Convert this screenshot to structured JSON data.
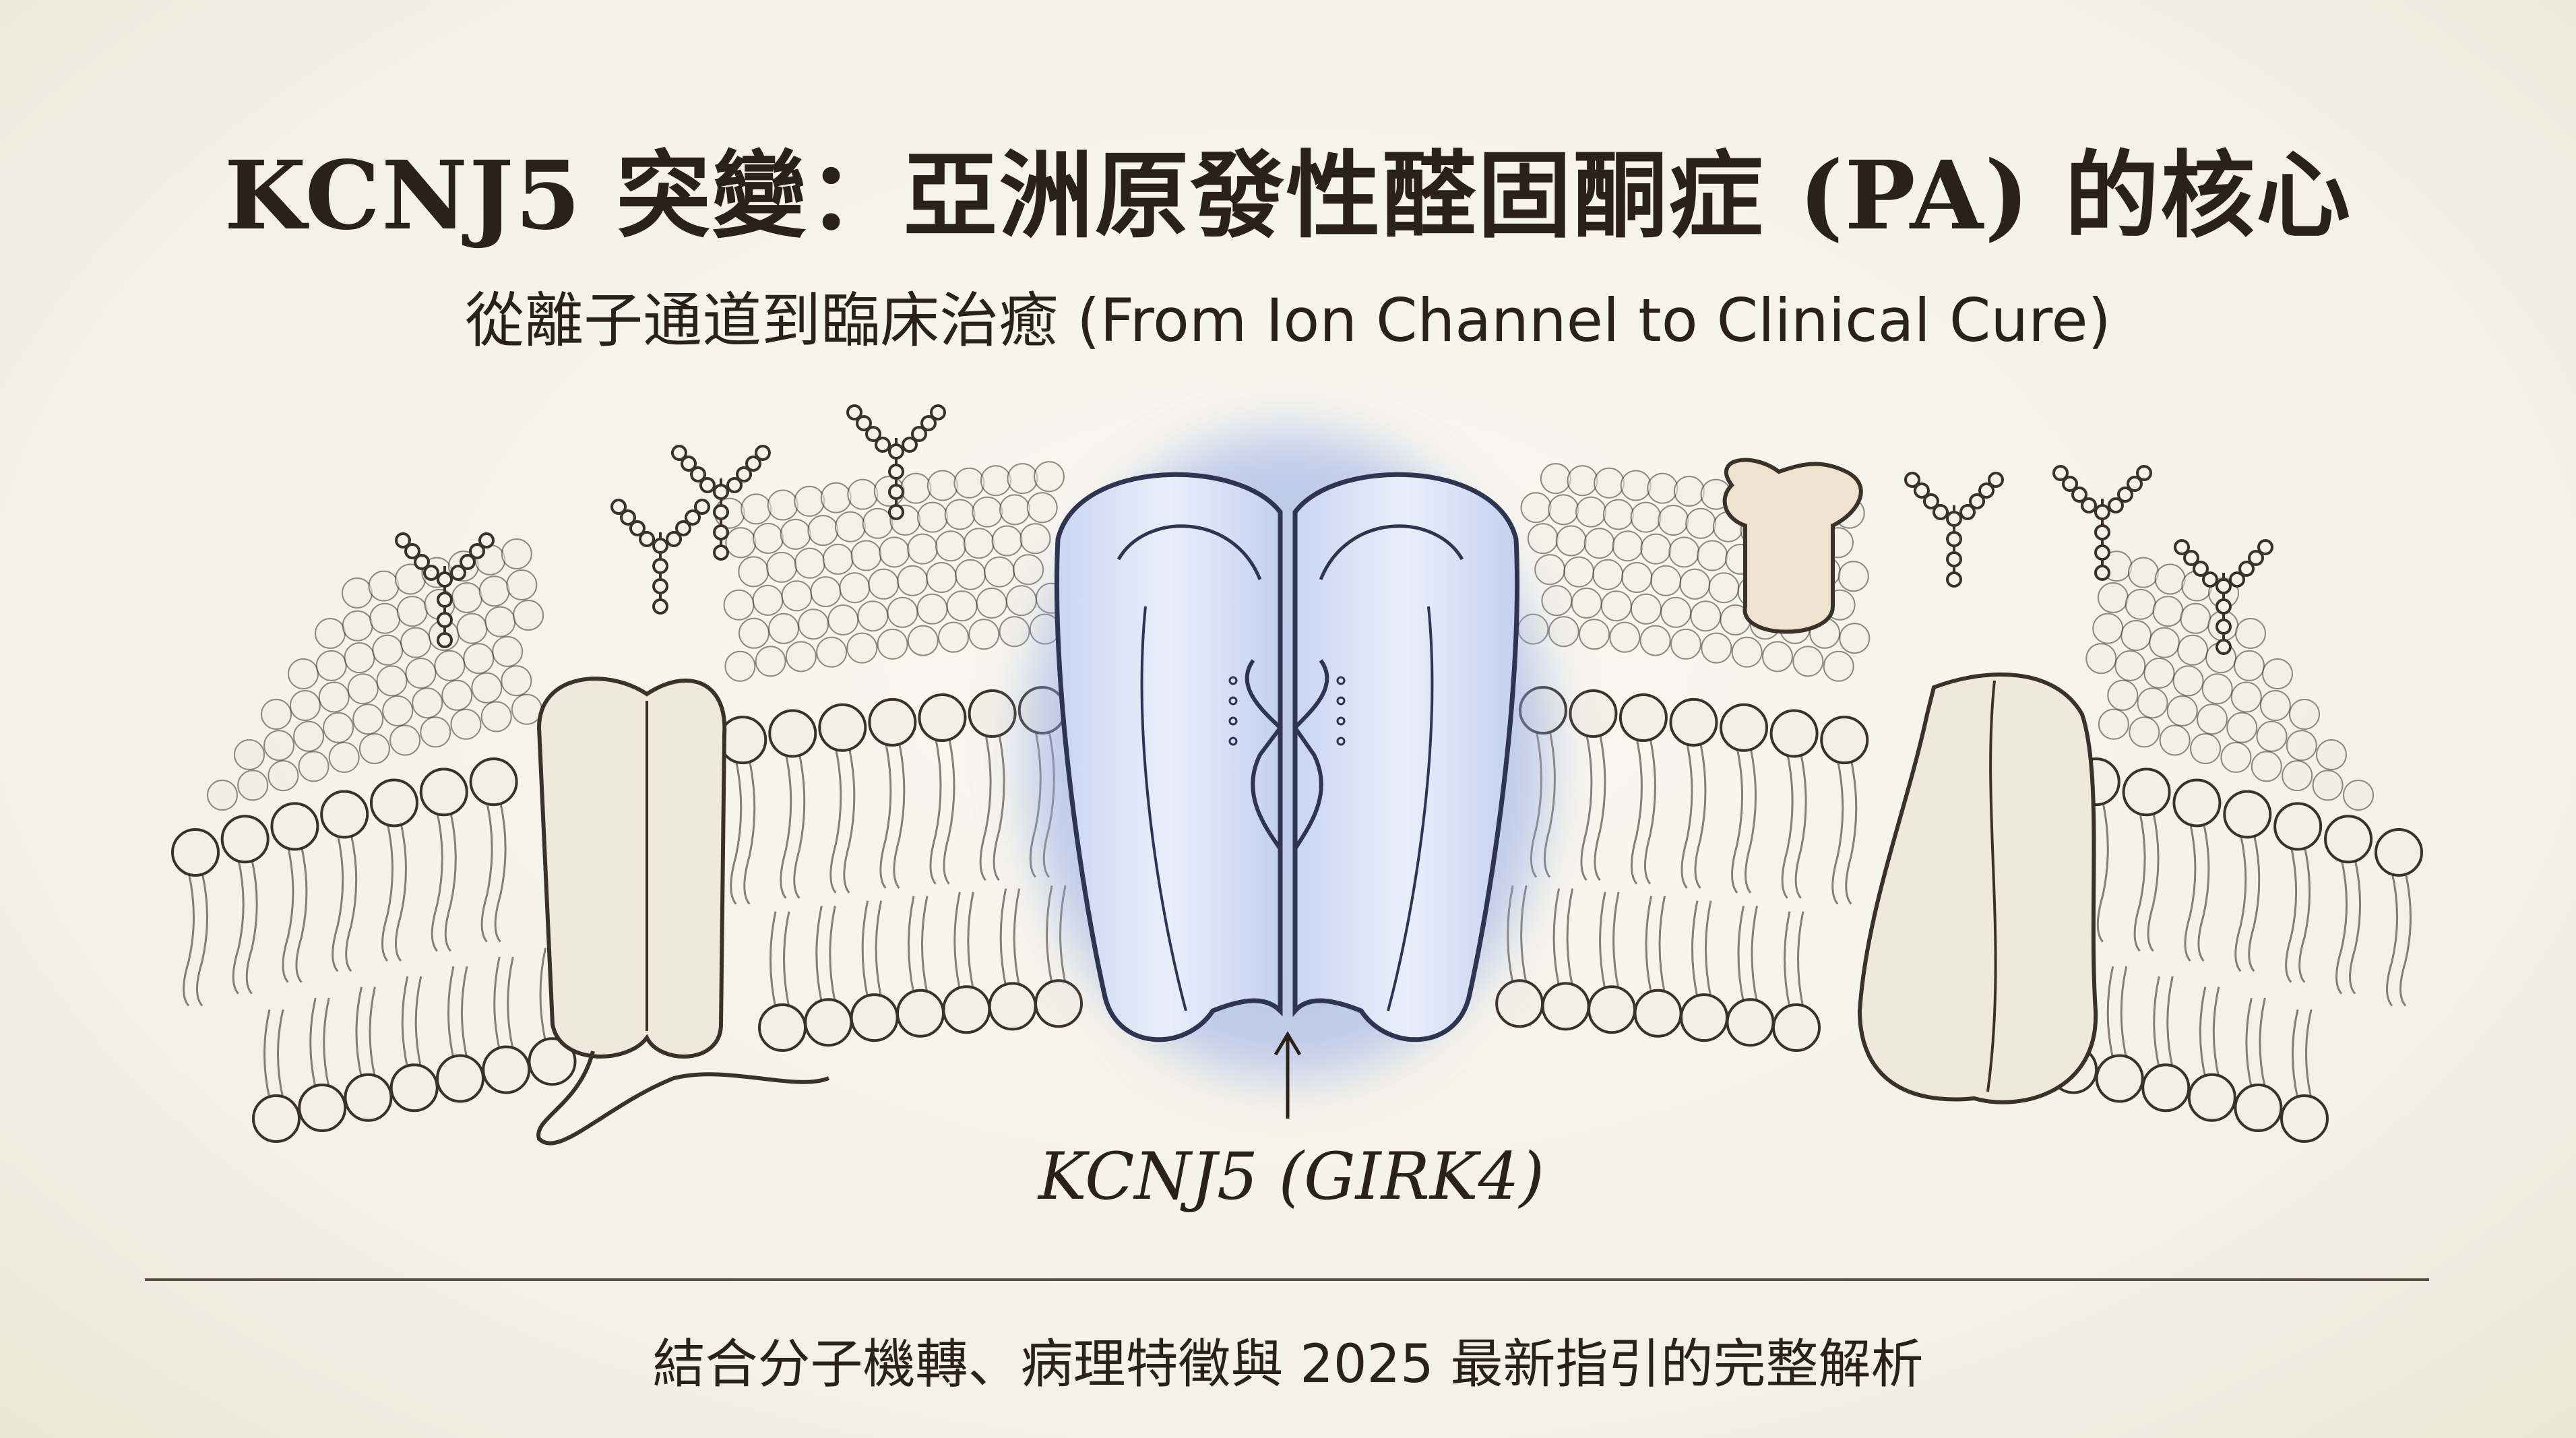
{
  "header": {
    "title": "KCNJ5 突變：亞洲原發性醛固酮症 (PA) 的核心",
    "subtitle": "從離子通道到臨床治癒 (From Ion Channel to Clinical Cure)"
  },
  "illustration": {
    "channel_label": "KCNJ5 (GIRK4)",
    "highlight_color": "#8fa9e6",
    "ink_color": "#3a3128"
  },
  "footer": {
    "tagline": "結合分子機轉、病理特徵與 2025 最新指引的完整解析"
  }
}
